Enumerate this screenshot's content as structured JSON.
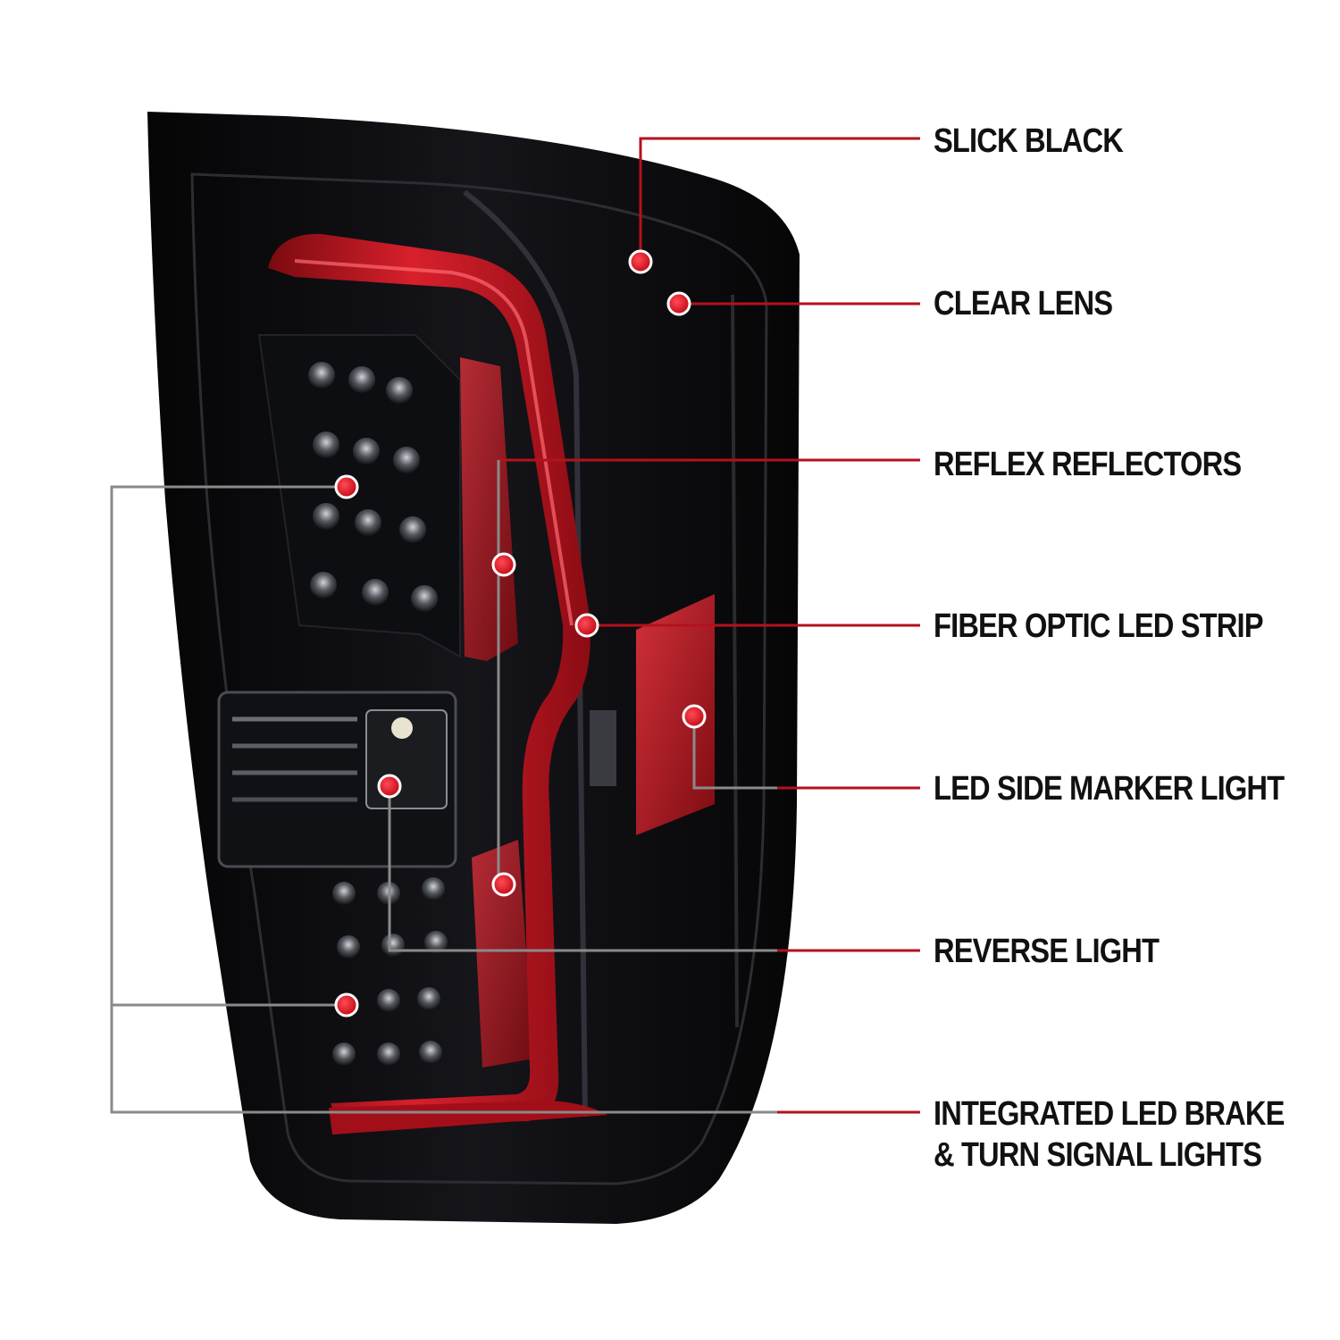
{
  "colors": {
    "background": "#ffffff",
    "housing": "#0b0b0d",
    "red_strip": "#c8121e",
    "reflector": "#b3141c",
    "callout_line_red": "#b3121c",
    "callout_line_gray": "#8a8a8a",
    "marker_dot": "#e01020",
    "label_text": "#111111"
  },
  "callouts": [
    {
      "id": "slick-black",
      "label": "SLICK BLACK"
    },
    {
      "id": "clear-lens",
      "label": "CLEAR LENS"
    },
    {
      "id": "reflex-reflectors",
      "label": "REFLEX REFLECTORS"
    },
    {
      "id": "fiber-optic-led-strip",
      "label": "FIBER OPTIC LED STRIP"
    },
    {
      "id": "led-side-marker-light",
      "label": "LED SIDE MARKER LIGHT"
    },
    {
      "id": "reverse-light",
      "label": "REVERSE LIGHT"
    },
    {
      "id": "integrated-led-brake",
      "label": "INTEGRATED LED BRAKE",
      "label_line2": "& TURN SIGNAL LIGHTS"
    }
  ],
  "marker_icon": "red-dot-icon",
  "product_image": "tail-light-image"
}
